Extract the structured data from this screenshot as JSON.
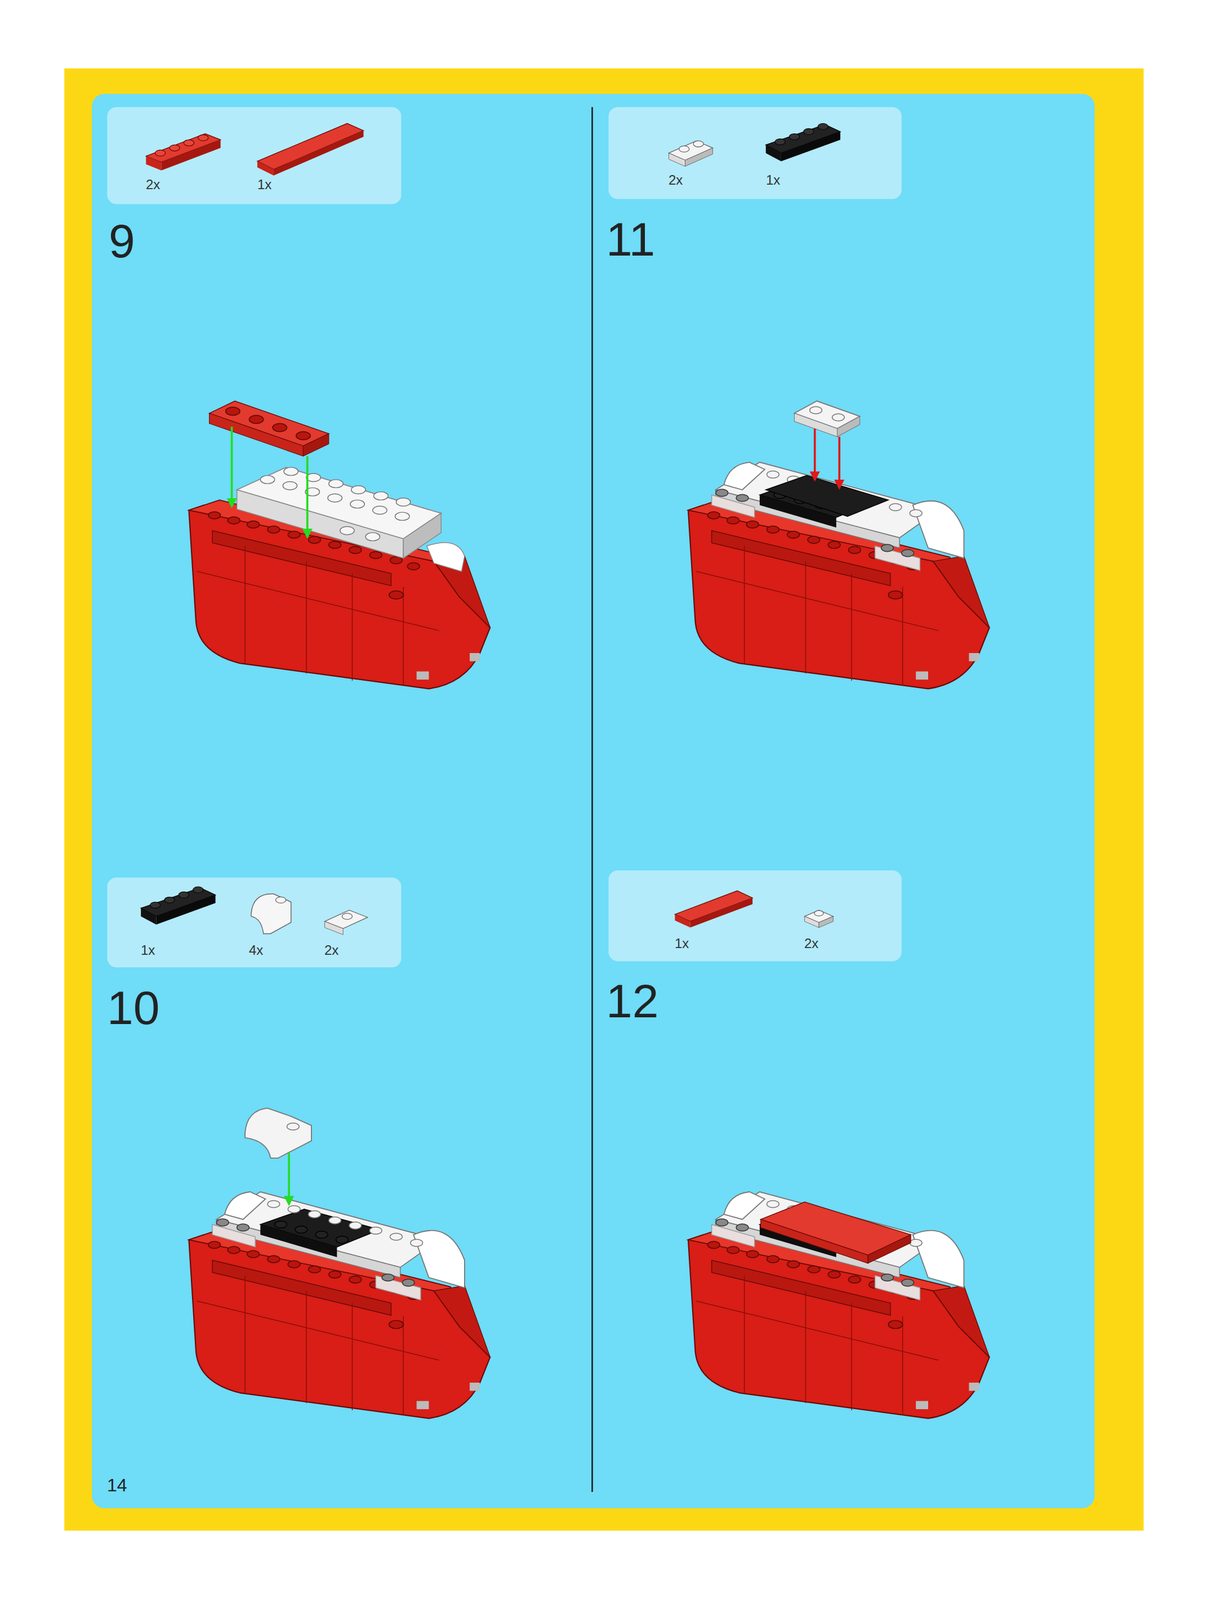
{
  "diagram": {
    "nodes": [
      {
        "text": [
          "2x",
          "1x"
        ]
      },
      {
        "text": [
          "1x",
          "4x",
          "2x"
        ]
      },
      {
        "text": [
          "2x",
          "1x"
        ]
      },
      {
        "text": [
          "1x",
          "2x"
        ]
      }
    ],
    "labels": [
      "9",
      "11",
      "10",
      "12",
      "14"
    ]
  }
}
